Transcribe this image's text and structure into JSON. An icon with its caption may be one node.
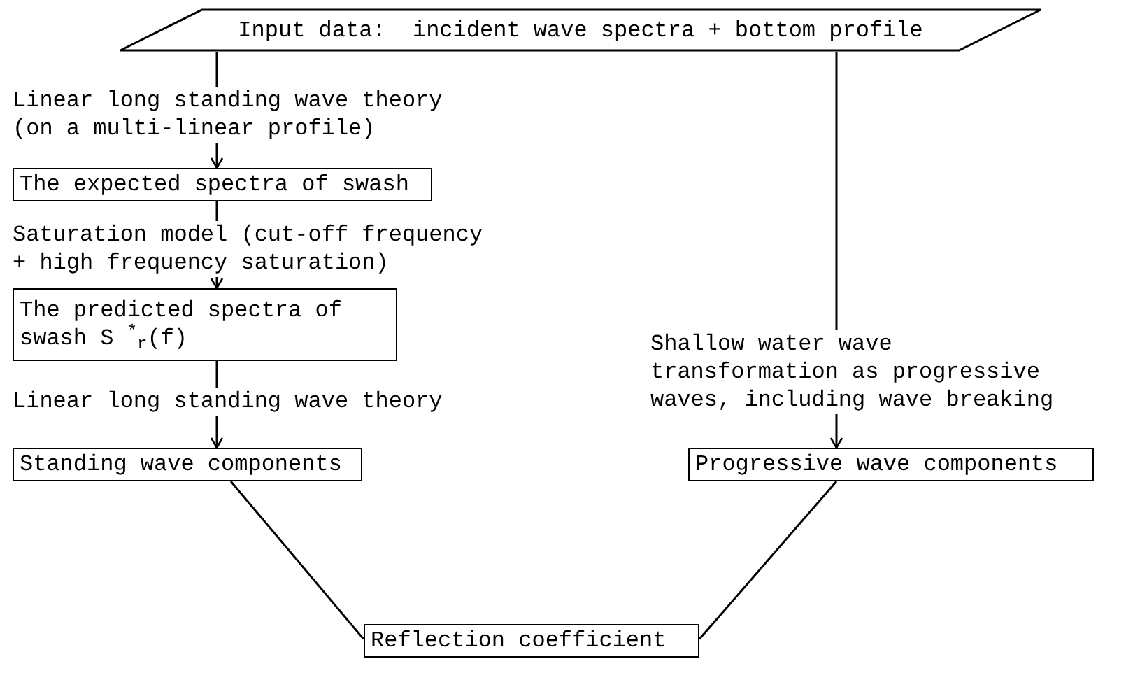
{
  "diagram": {
    "nodes": [
      {
        "text": [
          "Input data:  incident wave spectra + bottom profile"
        ]
      },
      {
        "text": [
          "The expected spectra of swash"
        ]
      },
      {
        "text": [
          "The predicted spectra of swash S $^{*}$$_{r}$(f)"
        ]
      },
      {
        "text": [
          "Standing wave components"
        ]
      },
      {
        "text": [
          "Progressive wave components"
        ]
      },
      {
        "text": [
          "Reflection coefficient"
        ]
      }
    ],
    "edges": [
      {
        "from": 0,
        "to": 1,
        "arrow": "to",
        "label": "Linear long standing wave theory (on a multi-linear profile)"
      },
      {
        "from": 1,
        "to": 2,
        "arrow": "to",
        "label": "Saturation model (cut-off frequency + high frequency saturation)"
      },
      {
        "from": 2,
        "to": 3,
        "arrow": "to",
        "label": "Linear long standing wave theory"
      },
      {
        "from": 0,
        "to": 4,
        "arrow": "to",
        "label": "Shallow water wave transformation as progressive waves, including wave breaking"
      },
      {
        "from": 3,
        "to": 5,
        "arrow": "none"
      },
      {
        "from": 4,
        "to": 5,
        "arrow": "none"
      }
    ]
  }
}
